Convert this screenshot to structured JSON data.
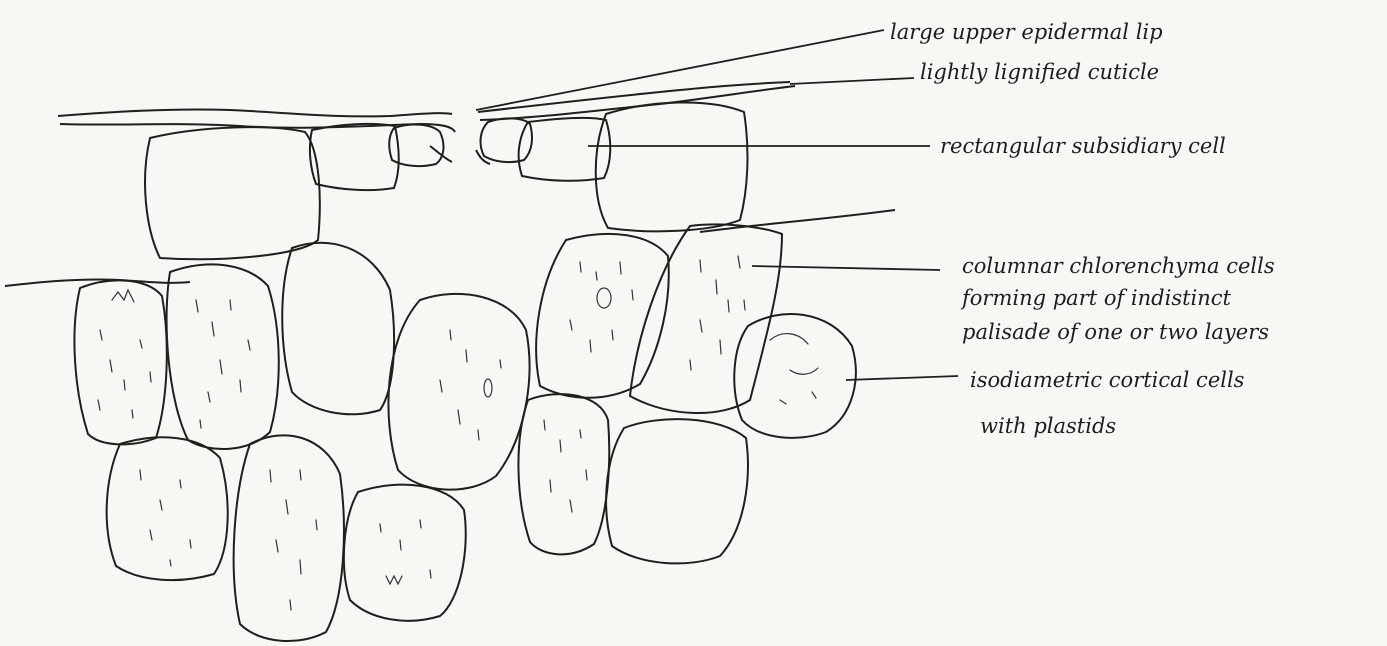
{
  "labels": {
    "lip": "large upper epidermal lip",
    "cuticle": "lightly lignified cuticle",
    "subsidiary": "rectangular subsidiary cell",
    "chlor_line1": "columnar chlorenchyma cells",
    "chlor_line2": "forming part of indistinct",
    "chlor_line3": "palisade of one or two layers",
    "cortical_line1": "isodiametric cortical cells",
    "cortical_line2": "with plastids"
  }
}
